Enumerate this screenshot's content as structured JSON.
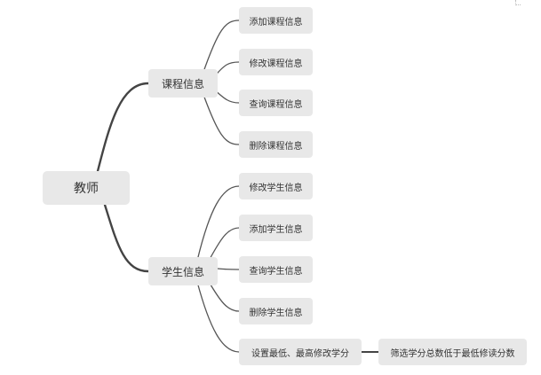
{
  "mindmap": {
    "root": {
      "label": "教师"
    },
    "branches": [
      {
        "label": "课程信息",
        "children": [
          {
            "label": "添加课程信息"
          },
          {
            "label": "修改课程信息"
          },
          {
            "label": "查询课程信息"
          },
          {
            "label": "删除课程信息"
          }
        ]
      },
      {
        "label": "学生信息",
        "children": [
          {
            "label": "修改学生信息"
          },
          {
            "label": "添加学生信息"
          },
          {
            "label": "查询学生信息"
          },
          {
            "label": "删除学生信息"
          },
          {
            "label": "设置最低、最高修改学分",
            "children": [
              {
                "label": "筛选学分总数低于最低修读分数"
              }
            ]
          }
        ]
      }
    ]
  },
  "colors": {
    "background": "#ffffff",
    "node_fill": "#e8e8e8",
    "node_text": "#333333",
    "connector": "#555555"
  }
}
